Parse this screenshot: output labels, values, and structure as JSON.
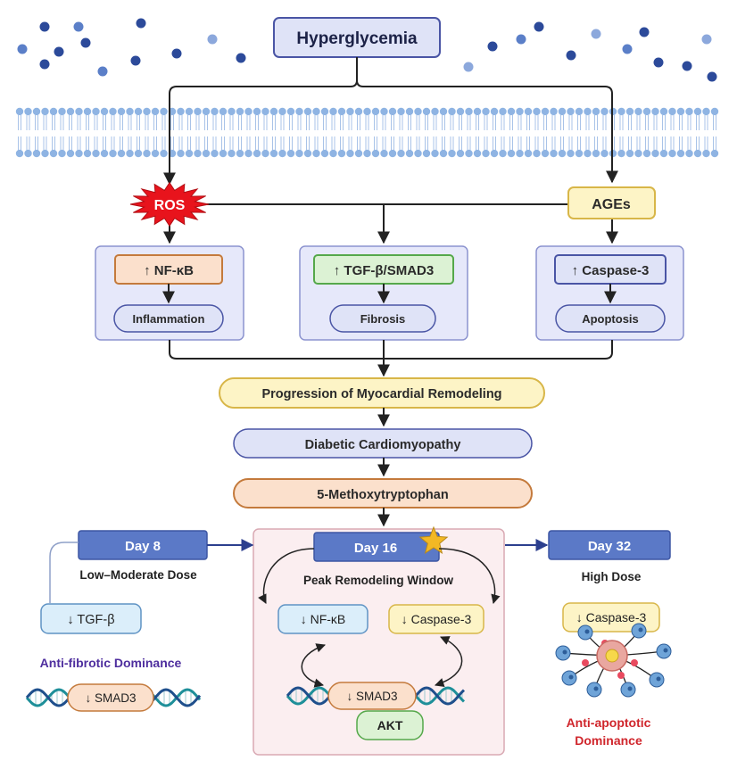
{
  "colors": {
    "lavender_fill": "#dfe3f7",
    "lavender_stroke": "#4a55a5",
    "orange_fill": "#fbe0cc",
    "orange_stroke": "#c47a3c",
    "green_fill": "#dcf2d4",
    "green_stroke": "#55a84a",
    "yellow_fill": "#fdf4c6",
    "yellow_stroke": "#d8b648",
    "blue_fill": "#dbeefa",
    "blue_stroke": "#5f93c4",
    "day_box": "#5b79c7",
    "pink_panel": "#fbeef0",
    "ros_red": "#e8131c",
    "arrow": "#222222",
    "navy_arrow": "#2c3f8e",
    "purple_text": "#4e2e9e",
    "red_text": "#d0262c",
    "membrane": "#8fb4e3",
    "dna_teal": "#1e8f99",
    "dna_dark": "#1f4f8c",
    "star": "#f3b824"
  },
  "top": {
    "hyperglycemia": "Hyperglycemia",
    "ros": "ROS",
    "ages": "AGEs"
  },
  "pathways": [
    {
      "marker": "↑ NF-κB",
      "outcome": "Inflammation"
    },
    {
      "marker": "↑ TGF-β/SMAD3",
      "outcome": "Fibrosis"
    },
    {
      "marker": "↑ Caspase-3",
      "outcome": "Apoptosis"
    }
  ],
  "chain": {
    "progression": "Progression of Myocardial Remodeling",
    "dcm": "Diabetic Cardiomyopathy",
    "drug": "5-Methoxytryptophan"
  },
  "timeline": {
    "day8": {
      "label": "Day 8",
      "dose": "Low–Moderate Dose",
      "marker": "↓ TGF-β",
      "dominance": "Anti-fibrotic Dominance",
      "smad": "↓ SMAD3"
    },
    "day16": {
      "label": "Day 16",
      "window": "Peak Remodeling Window",
      "nfkb": "↓ NF-κB",
      "casp": "↓ Caspase-3",
      "smad": "↓ SMAD3",
      "akt": "AKT"
    },
    "day32": {
      "label": "Day 32",
      "dose": "High Dose",
      "marker": "↓ Caspase-3",
      "dominance_line1": "Anti-apoptotic",
      "dominance_line2": "Dominance"
    }
  }
}
